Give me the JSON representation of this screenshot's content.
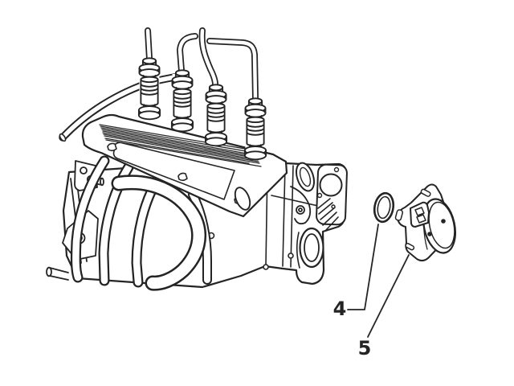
{
  "figure": {
    "type": "engine-parts-diagram",
    "background_color": "#ffffff",
    "line_color": "#242424",
    "callouts": [
      {
        "number": "4"
      },
      {
        "number": "5"
      }
    ]
  }
}
